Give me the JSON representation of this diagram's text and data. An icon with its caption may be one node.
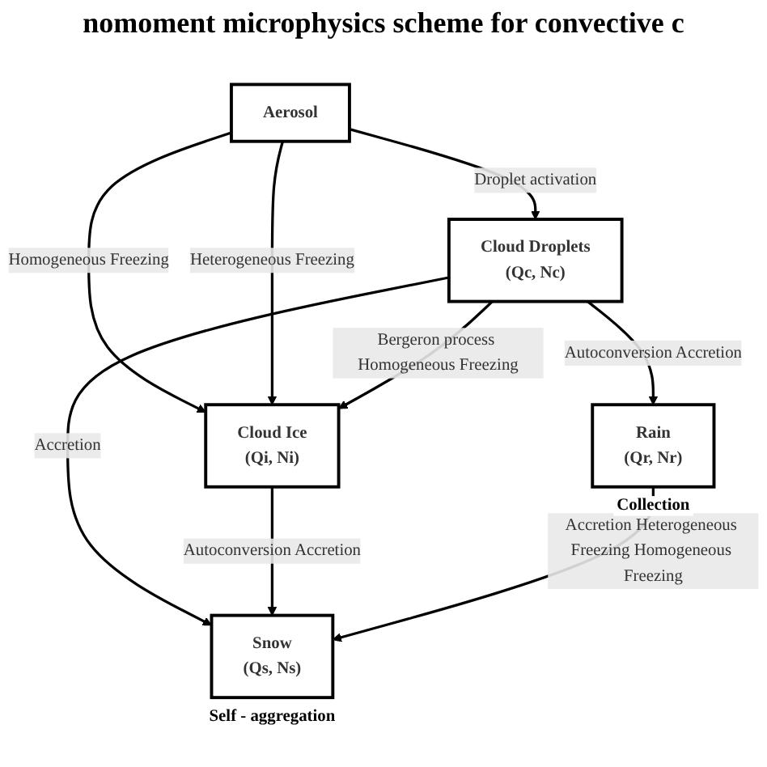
{
  "diagram": {
    "title": "nomoment microphysics scheme for convective c",
    "nodes": [
      {
        "text": [
          "Aerosol"
        ]
      },
      {
        "text": [
          "Cloud Droplets",
          "(Qc, Nc)"
        ]
      },
      {
        "text": [
          "Cloud Ice",
          "(Qi, Ni)"
        ]
      },
      {
        "text": [
          "Rain",
          "(Qr, Nr)"
        ],
        "beside": [
          "Collection"
        ]
      },
      {
        "text": [
          "Snow",
          "(Qs, Ns)"
        ],
        "beside": [
          "Self - aggregation"
        ]
      }
    ],
    "edges": [
      {
        "from": 0,
        "to": 1,
        "arrow": "to",
        "label": "Droplet activation"
      },
      {
        "from": 0,
        "to": 2,
        "arrow": "to",
        "label": "Homogeneous Freezing"
      },
      {
        "from": 0,
        "to": 2,
        "arrow": "to",
        "label": "Heterogeneous Freezing"
      },
      {
        "from": 1,
        "to": 2,
        "arrow": "to",
        "label": "Bergeron process Homogeneous Freezing"
      },
      {
        "from": 1,
        "to": 3,
        "arrow": "to",
        "label": "Autoconversion Accretion"
      },
      {
        "from": 1,
        "to": 4,
        "arrow": "to",
        "label": "Accretion"
      },
      {
        "from": 2,
        "to": 4,
        "arrow": "to",
        "label": "Autoconversion Accretion"
      },
      {
        "from": 3,
        "to": 4,
        "arrow": "to",
        "label": "Accretion Heterogeneous Freezing Homogeneous Freezing"
      }
    ]
  }
}
